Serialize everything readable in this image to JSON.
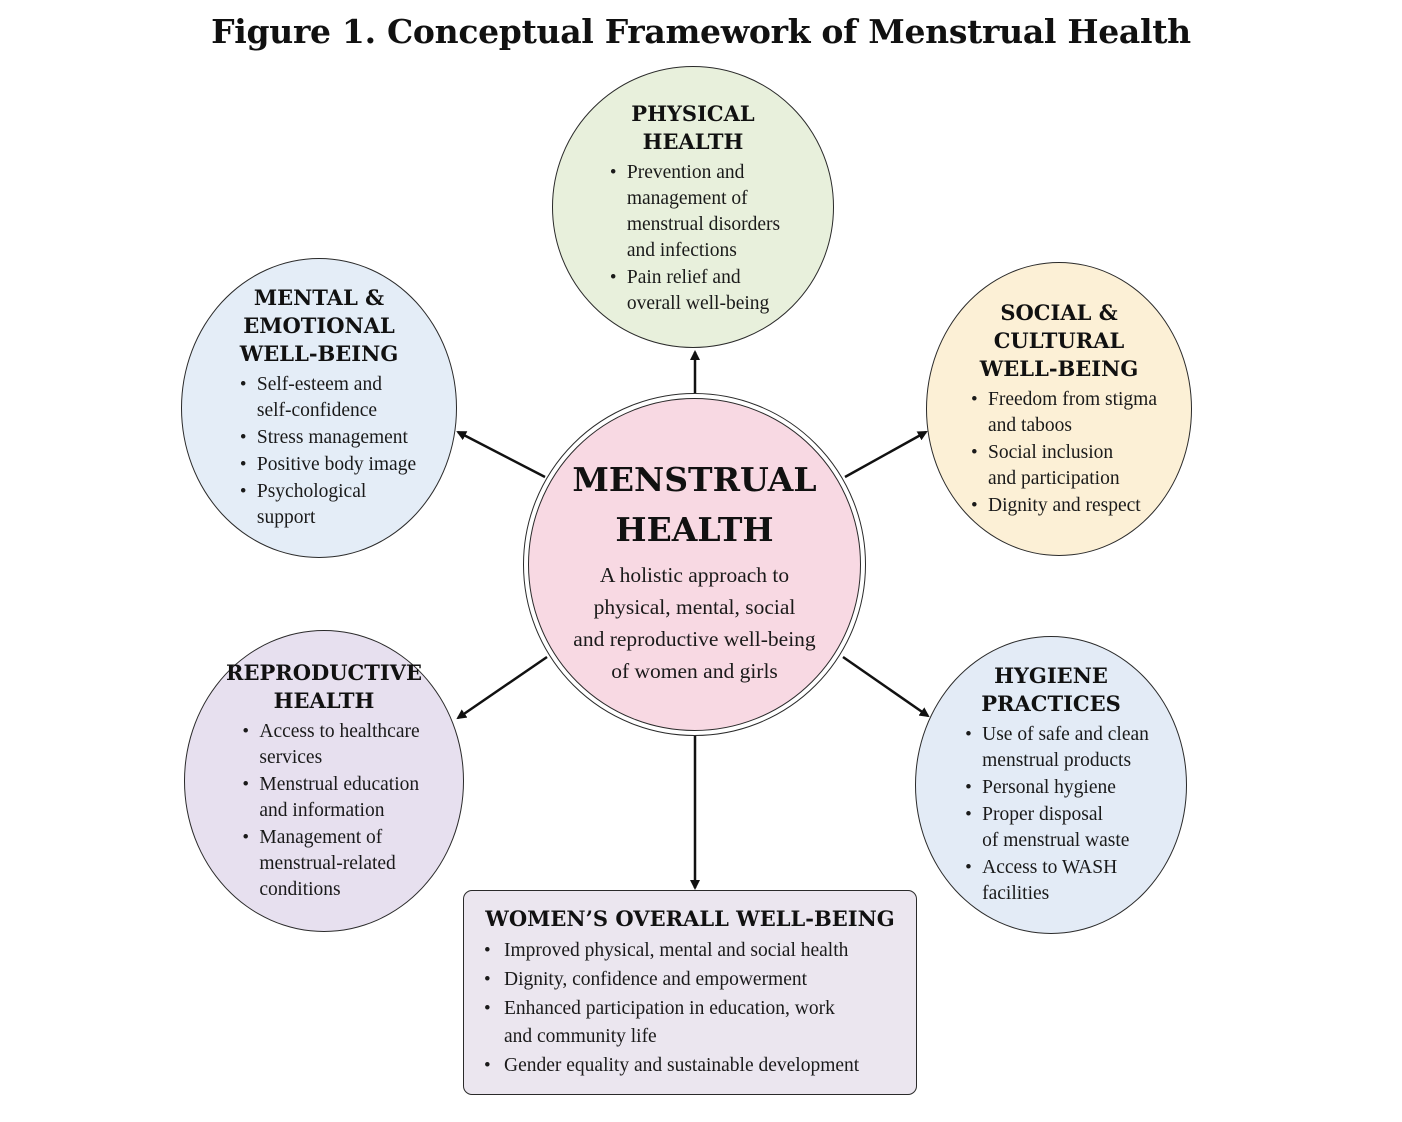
{
  "title": "Figure 1. Conceptual Framework of Menstrual Health",
  "center": {
    "title": "MENSTRUAL\nHEALTH",
    "description": "A holistic approach to\nphysical, mental, social\nand reproductive well-being\nof women and girls",
    "fill": "#f8d9e3"
  },
  "nodes": {
    "physical": {
      "title": "PHYSICAL\nHEALTH",
      "fill": "#e8f0dc",
      "items": [
        "Prevention and\nmanagement of\nmenstrual disorders\nand infections",
        "Pain relief and\noverall well-being"
      ]
    },
    "mental": {
      "title": "MENTAL &\nEMOTIONAL\nWELL-BEING",
      "fill": "#e4edf7",
      "items": [
        "Self-esteem and\nself-confidence",
        "Stress management",
        "Positive body image",
        "Psychological\nsupport"
      ]
    },
    "social": {
      "title": "SOCIAL &\nCULTURAL\nWELL-BEING",
      "fill": "#fcf0d6",
      "items": [
        "Freedom from stigma\nand taboos",
        "Social inclusion\nand participation",
        "Dignity and respect"
      ]
    },
    "reproductive": {
      "title": "REPRODUCTIVE\nHEALTH",
      "fill": "#e7e0ef",
      "items": [
        "Access to healthcare\nservices",
        "Menstrual education\nand information",
        "Management of\nmenstrual-related\nconditions"
      ]
    },
    "hygiene": {
      "title": "HYGIENE\nPRACTICES",
      "fill": "#e3ebf6",
      "items": [
        "Use of safe and clean\nmenstrual products",
        "Personal hygiene",
        "Proper disposal\nof menstrual waste",
        "Access to WASH\nfacilities"
      ]
    }
  },
  "outcome": {
    "title": "WOMEN’S OVERALL WELL-BEING",
    "fill": "#ebe6ef",
    "items": [
      "Improved physical, mental and social health",
      "Dignity, confidence and empowerment",
      "Enhanced participation in education, work\nand community life",
      "Gender equality and sustainable development"
    ]
  }
}
